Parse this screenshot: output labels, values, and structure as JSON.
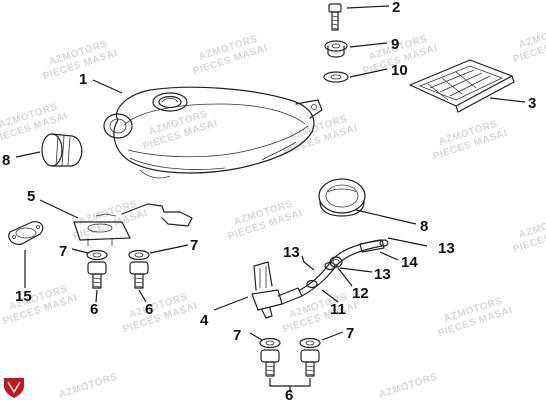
{
  "watermark": {
    "line1": "AZMOTORS",
    "line2": "PIECES MASAI"
  },
  "callouts": [
    "1",
    "2",
    "3",
    "4",
    "5",
    "6",
    "6",
    "6",
    "7",
    "7",
    "7",
    "7",
    "8",
    "8",
    "9",
    "10",
    "11",
    "12",
    "13",
    "13",
    "13",
    "14",
    "15"
  ],
  "colors": {
    "line": "#222222",
    "logo_red": "#c4161c",
    "watermark": "#d7d7d7"
  },
  "logo_icon": "masai-shield-logo"
}
